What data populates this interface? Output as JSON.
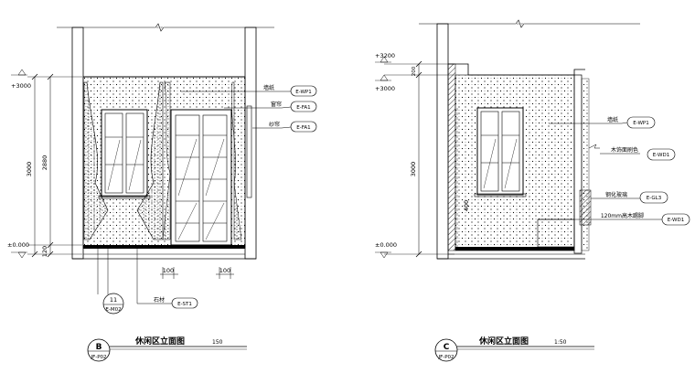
{
  "elevation_b": {
    "level_top": "+3000",
    "level_bottom": "±0.000",
    "dim_total": "3000",
    "dim_wall": "2880",
    "dim_base": "120",
    "dim_door_gap": "100",
    "dim_center": "100",
    "labels": {
      "wallpaper": "墙纸",
      "curtain": "窗帘",
      "sheer": "纱帘",
      "stone": "石材"
    },
    "tags": {
      "wallpaper": "E-WP1",
      "curtain": "E-FA1",
      "sheer": "E-FA1",
      "stone": "E-ST1"
    },
    "detail_marker": {
      "number": "11",
      "ref": "E-M02"
    },
    "title_block": {
      "letter": "B",
      "sheet": "JF-P02",
      "title": "休闲区立面图",
      "scale": "150"
    }
  },
  "elevation_c": {
    "level_upper": "+3200",
    "level_top": "+3000",
    "level_bottom": "±0.000",
    "dim_total": "3000",
    "dim_upper": "200",
    "dim_side": "400",
    "labels": {
      "wallpaper": "墙纸",
      "wood_veneer": "木饰面刷色",
      "glass": "钢化玻璃",
      "skirting": "120mm高木踢脚"
    },
    "tags": {
      "wallpaper": "E-WP1",
      "wood_veneer": "E-WD1",
      "glass": "E-GL3",
      "skirting": "E-WD1"
    },
    "title_block": {
      "letter": "C",
      "sheet": "JF-P02",
      "title": "休闲区立面图",
      "scale": "1:50"
    }
  }
}
